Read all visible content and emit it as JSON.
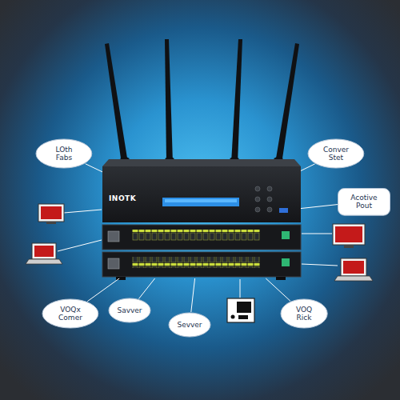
{
  "diagram": {
    "nodes": [
      {
        "text": [
          "INOTK"
        ]
      },
      {
        "text": [
          "LOth Fabs"
        ]
      },
      {
        "text": [
          "Conver Stet"
        ]
      },
      {
        "text": [
          "Acotive Pout"
        ]
      },
      {
        "text": [
          "VOQx Comer"
        ]
      },
      {
        "text": [
          "Savver"
        ]
      },
      {
        "text": [
          "Sevver"
        ]
      },
      {
        "text": [
          "VOQ Rick"
        ]
      }
    ],
    "edges": [
      {
        "from": 1,
        "to": 0,
        "arrow": "none"
      },
      {
        "from": 2,
        "to": 0,
        "arrow": "none"
      },
      {
        "from": 3,
        "to": 0,
        "arrow": "none"
      },
      {
        "from": 4,
        "to": 0,
        "arrow": "none"
      },
      {
        "from": 5,
        "to": 0,
        "arrow": "none"
      },
      {
        "from": 6,
        "to": 0,
        "arrow": "none"
      },
      {
        "from": 7,
        "to": 0,
        "arrow": "none"
      }
    ]
  }
}
